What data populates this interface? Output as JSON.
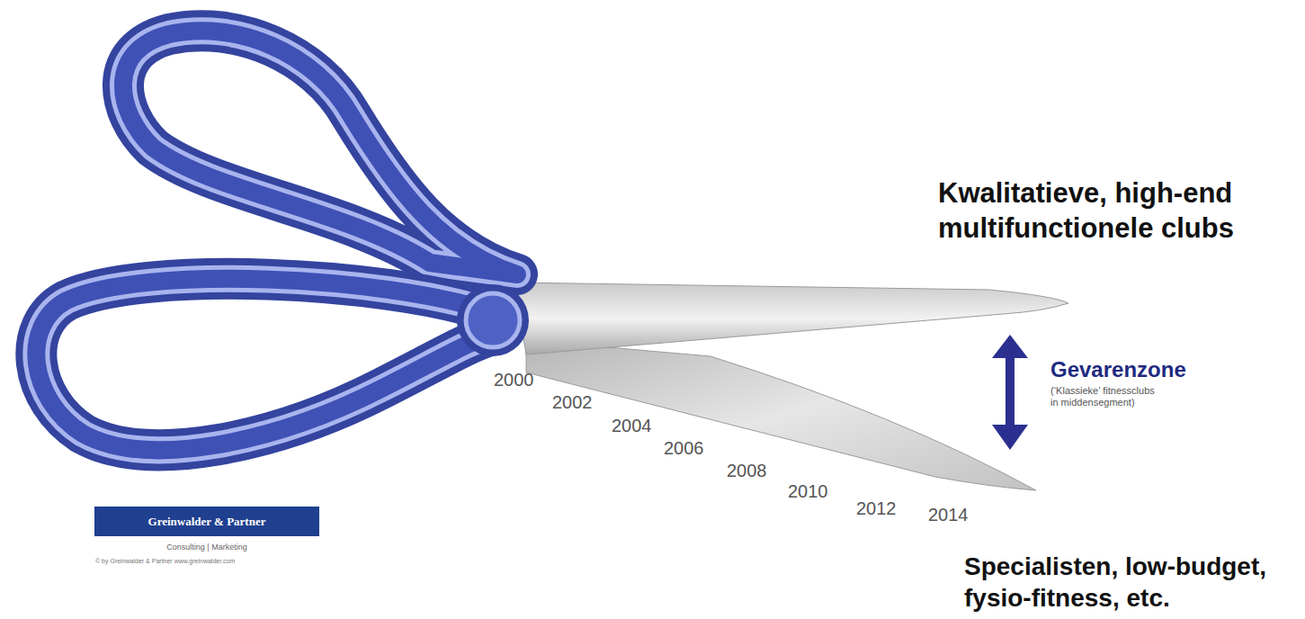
{
  "diagram": {
    "nodes": [
      {
        "text": [
          "Greinwalder & Partner"
        ]
      }
    ],
    "labels": [
      "Kwalitatieve, high-end multifunctionele clubs",
      "Gevarenzone",
      "(‘Klassieke’ fitnessclubs in middensegment)",
      "2000",
      "2002",
      "2004",
      "2006",
      "2008",
      "2010",
      "2012",
      "2014",
      "Specialisten, low-budget, fysio-fitness, etc.",
      "Consulting | Marketing",
      "© by Greinwalder & Partner   www.greinwalder.com"
    ]
  }
}
